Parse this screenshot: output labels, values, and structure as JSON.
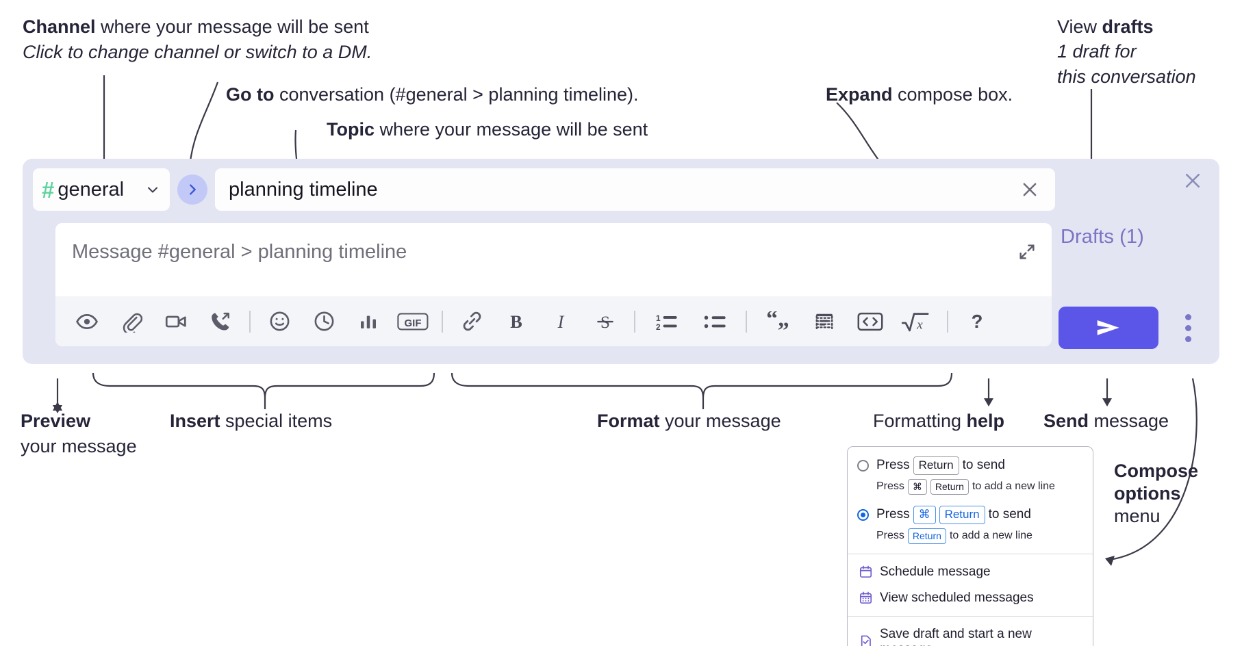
{
  "annotations": {
    "channel": {
      "bold": "Channel",
      "rest": " where your message will be sent",
      "italic": "Click to change channel or switch to a DM."
    },
    "goto": {
      "bold": "Go to",
      "rest": " conversation (#general > planning timeline)."
    },
    "topic": {
      "bold": "Topic",
      "rest": " where your message will be sent"
    },
    "expand": {
      "bold": "Expand",
      "rest": " compose box."
    },
    "drafts": {
      "line1_rest": "View ",
      "line1_bold": "drafts",
      "line2": "1 draft for",
      "line3": "this conversation"
    },
    "preview": {
      "bold": "Preview",
      "line2": "your message"
    },
    "insert": {
      "bold": "Insert",
      "rest": " special items"
    },
    "format": {
      "bold": "Format",
      "rest": " your message"
    },
    "help": {
      "rest": "Formatting ",
      "bold": "help"
    },
    "send": {
      "bold": "Send",
      "rest": " message"
    },
    "compose_options": {
      "line1": "Compose",
      "line2": "options",
      "line3": "menu"
    }
  },
  "compose": {
    "channel": {
      "hash": "#",
      "name": "general",
      "chevron_icon": "chevron-down-icon"
    },
    "goto_icon": "chevron-right-icon",
    "topic": {
      "value": "planning timeline",
      "clear_icon": "close-icon"
    },
    "message": {
      "placeholder": "Message #general > planning timeline",
      "value": "",
      "expand_icon": "expand-icon"
    },
    "panel_close_icon": "close-icon",
    "drafts_label": "Drafts (1)",
    "send_icon": "send-icon",
    "kebab_icon": "more-vertical-icon",
    "toolbar": [
      {
        "name": "preview-icon",
        "label": "Preview"
      },
      {
        "name": "attachment-icon",
        "label": "Attach file"
      },
      {
        "name": "video-icon",
        "label": "Record video clip"
      },
      {
        "name": "call-icon",
        "label": "Start a call"
      },
      {
        "name": "emoji-icon",
        "label": "Emoji"
      },
      {
        "name": "clock-icon",
        "label": "Reminder"
      },
      {
        "name": "poll-icon",
        "label": "Poll"
      },
      {
        "name": "gif-icon",
        "label": "GIF"
      },
      {
        "name": "link-icon",
        "label": "Link"
      },
      {
        "name": "bold-icon",
        "label": "Bold"
      },
      {
        "name": "italic-icon",
        "label": "Italic"
      },
      {
        "name": "strikethrough-icon",
        "label": "Strikethrough"
      },
      {
        "name": "ordered-list-icon",
        "label": "Numbered list"
      },
      {
        "name": "bullet-list-icon",
        "label": "Bulleted list"
      },
      {
        "name": "blockquote-icon",
        "label": "Quote"
      },
      {
        "name": "code-block-icon",
        "label": "Code block"
      },
      {
        "name": "code-icon",
        "label": "Code"
      },
      {
        "name": "math-icon",
        "label": "Math"
      },
      {
        "name": "help-icon",
        "label": "Formatting help"
      }
    ],
    "gif_label": "GIF",
    "help_label": "?",
    "bold_label": "B",
    "italic_label": "I",
    "ordered_one": "1",
    "ordered_two": "2"
  },
  "dropdown": {
    "option1": {
      "selected": false,
      "pre": "Press",
      "key": "Return",
      "post": "to send",
      "sub_pre": "Press",
      "sub_key1": "⌘",
      "sub_key2": "Return",
      "sub_post": "to add a new line"
    },
    "option2": {
      "selected": true,
      "pre": "Press",
      "key1": "⌘",
      "key2": "Return",
      "post": "to send",
      "sub_pre": "Press",
      "sub_key": "Return",
      "sub_post": "to add a new line"
    },
    "items": [
      {
        "icon": "calendar-icon",
        "label": "Schedule message"
      },
      {
        "icon": "calendar-list-icon",
        "label": "View scheduled messages"
      },
      {
        "icon": "save-draft-icon",
        "label": "Save draft and start a new message"
      }
    ]
  },
  "colors": {
    "panel_bg": "#e3e5f3",
    "accent_purple": "#5b56e8",
    "drafts_purple": "#7b73c4",
    "hash_green": "#5ed39e",
    "goto_blue": "#c3c9f7",
    "radio_blue": "#1264e0",
    "ink": "#252438"
  }
}
